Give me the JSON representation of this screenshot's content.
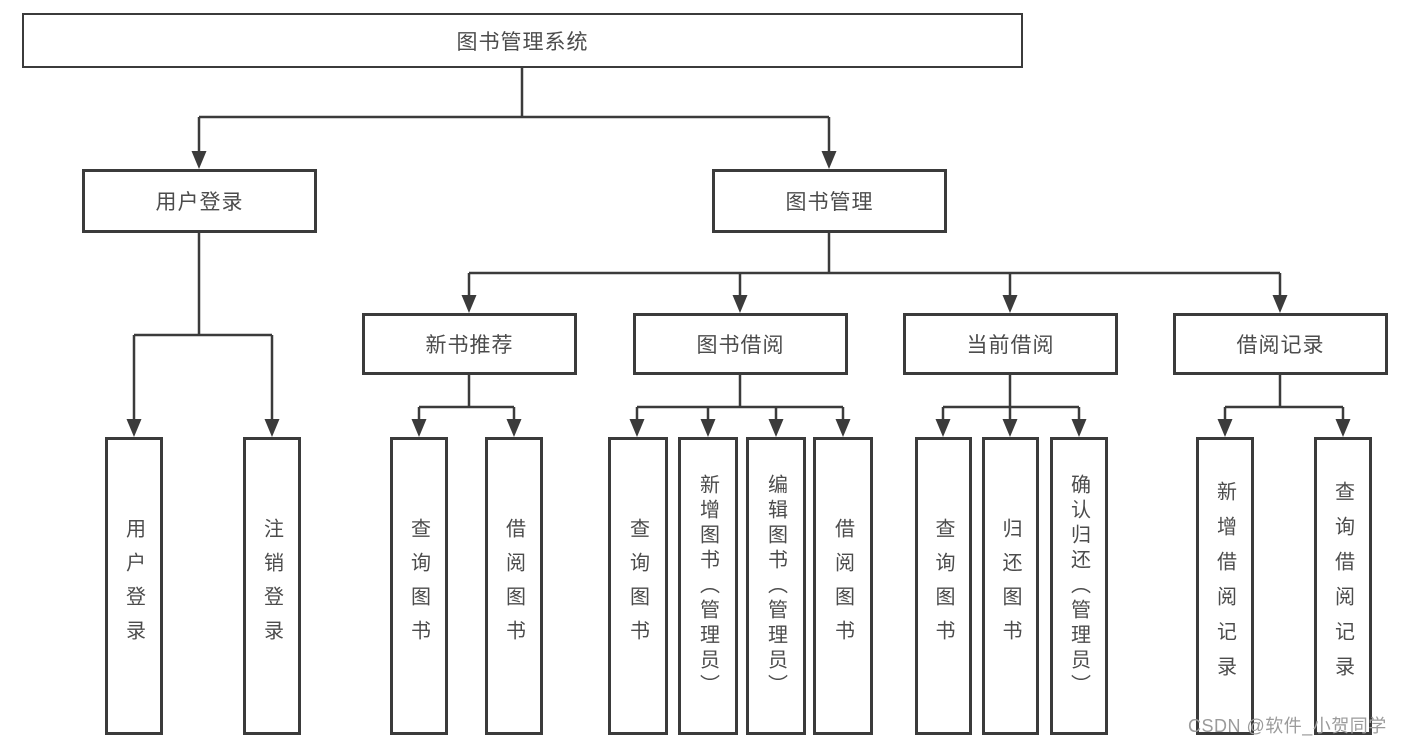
{
  "diagram_title": "图书管理系统",
  "watermark": "CSDN @软件_小贺同学",
  "colors": {
    "line": "#3b3b3b",
    "box_border": "#3b3b3b",
    "text": "#4c4c4c",
    "watermark": "#9b9b9b",
    "background": "#ffffff"
  },
  "nodes": {
    "root": {
      "label": "图书管理系统"
    },
    "branches": [
      {
        "label": "用户登录",
        "children": [
          {
            "label": "用户登录"
          },
          {
            "label": "注销登录"
          }
        ]
      },
      {
        "label": "图书管理",
        "children": [
          {
            "label": "新书推荐",
            "children": [
              {
                "label": "查询图书"
              },
              {
                "label": "借阅图书"
              }
            ]
          },
          {
            "label": "图书借阅",
            "children": [
              {
                "label": "查询图书"
              },
              {
                "label": "新增图书（管理员）"
              },
              {
                "label": "编辑图书（管理员）"
              },
              {
                "label": "借阅图书"
              }
            ]
          },
          {
            "label": "当前借阅",
            "children": [
              {
                "label": "查询图书"
              },
              {
                "label": "归还图书"
              },
              {
                "label": "确认归还（管理员）"
              }
            ]
          },
          {
            "label": "借阅记录",
            "children": [
              {
                "label": "新增借阅记录"
              },
              {
                "label": "查询借阅记录"
              }
            ]
          }
        ]
      }
    ]
  }
}
